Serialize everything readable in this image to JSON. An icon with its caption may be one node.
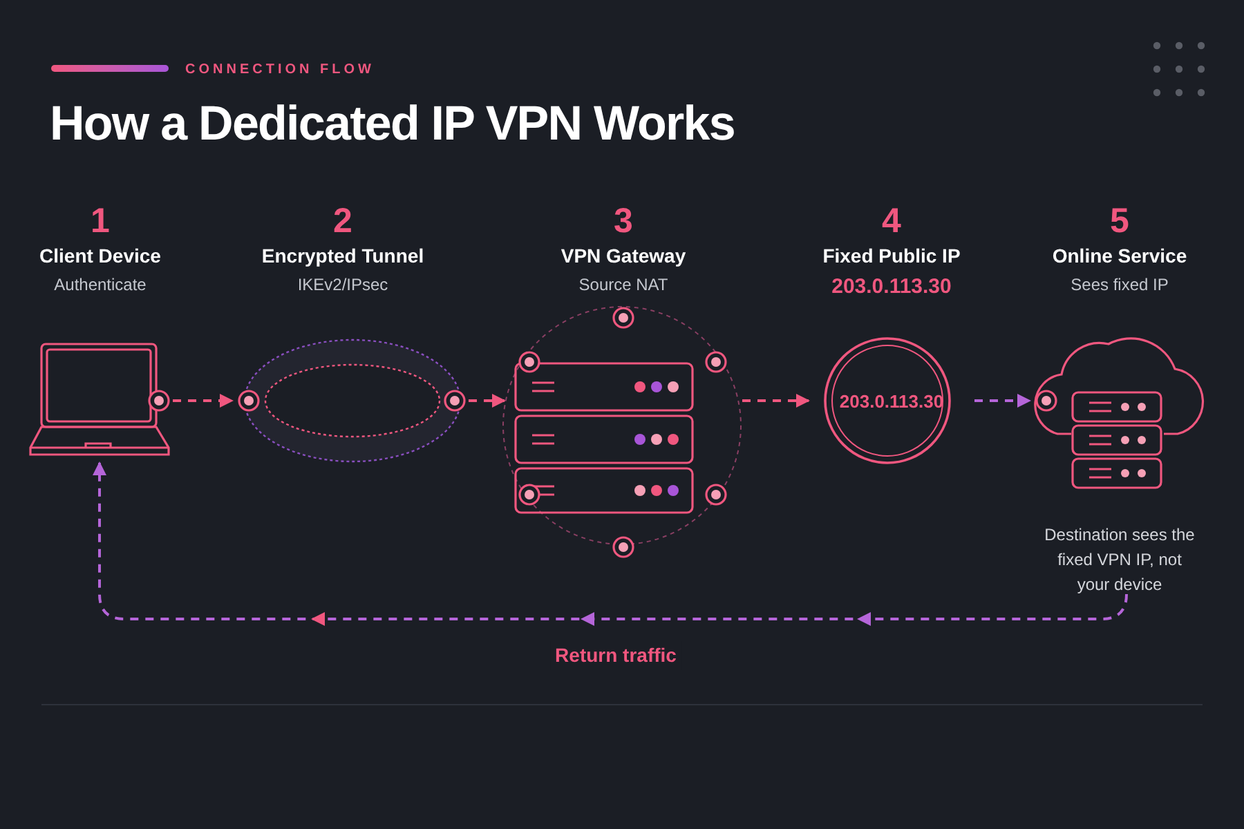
{
  "diagram": {
    "title": "How a Dedicated IP VPN Works",
    "nodes": [
      {
        "text": [
          "1",
          "Client Device",
          "Authenticate"
        ]
      },
      {
        "text": [
          "2",
          "Encrypted Tunnel",
          "IKEv2/IPsec"
        ]
      },
      {
        "text": [
          "3",
          "VPN Gateway",
          "Source NAT"
        ]
      },
      {
        "text": [
          "4",
          "Fixed Public IP",
          "203.0.113.30",
          "203.0.113.30"
        ]
      },
      {
        "text": [
          "5",
          "Online Service",
          "Sees fixed IP"
        ],
        "beside": [
          "Destination sees the fixed VPN IP, not your device"
        ]
      }
    ],
    "edges": [
      {
        "from": 0,
        "to": 1,
        "arrow": "to",
        "style": "dashed"
      },
      {
        "from": 1,
        "to": 2,
        "arrow": "to",
        "style": "dashed"
      },
      {
        "from": 2,
        "to": 3,
        "arrow": "to",
        "style": "dashed"
      },
      {
        "from": 3,
        "to": 4,
        "arrow": "to",
        "style": "dashed",
        "color": "#b565d9"
      },
      {
        "from": 4,
        "to": 0,
        "arrow": "to",
        "style": "dashed",
        "color": "#b565d9",
        "label": "Return traffic"
      }
    ],
    "labels": [
      "CONNECTION FLOW"
    ]
  }
}
